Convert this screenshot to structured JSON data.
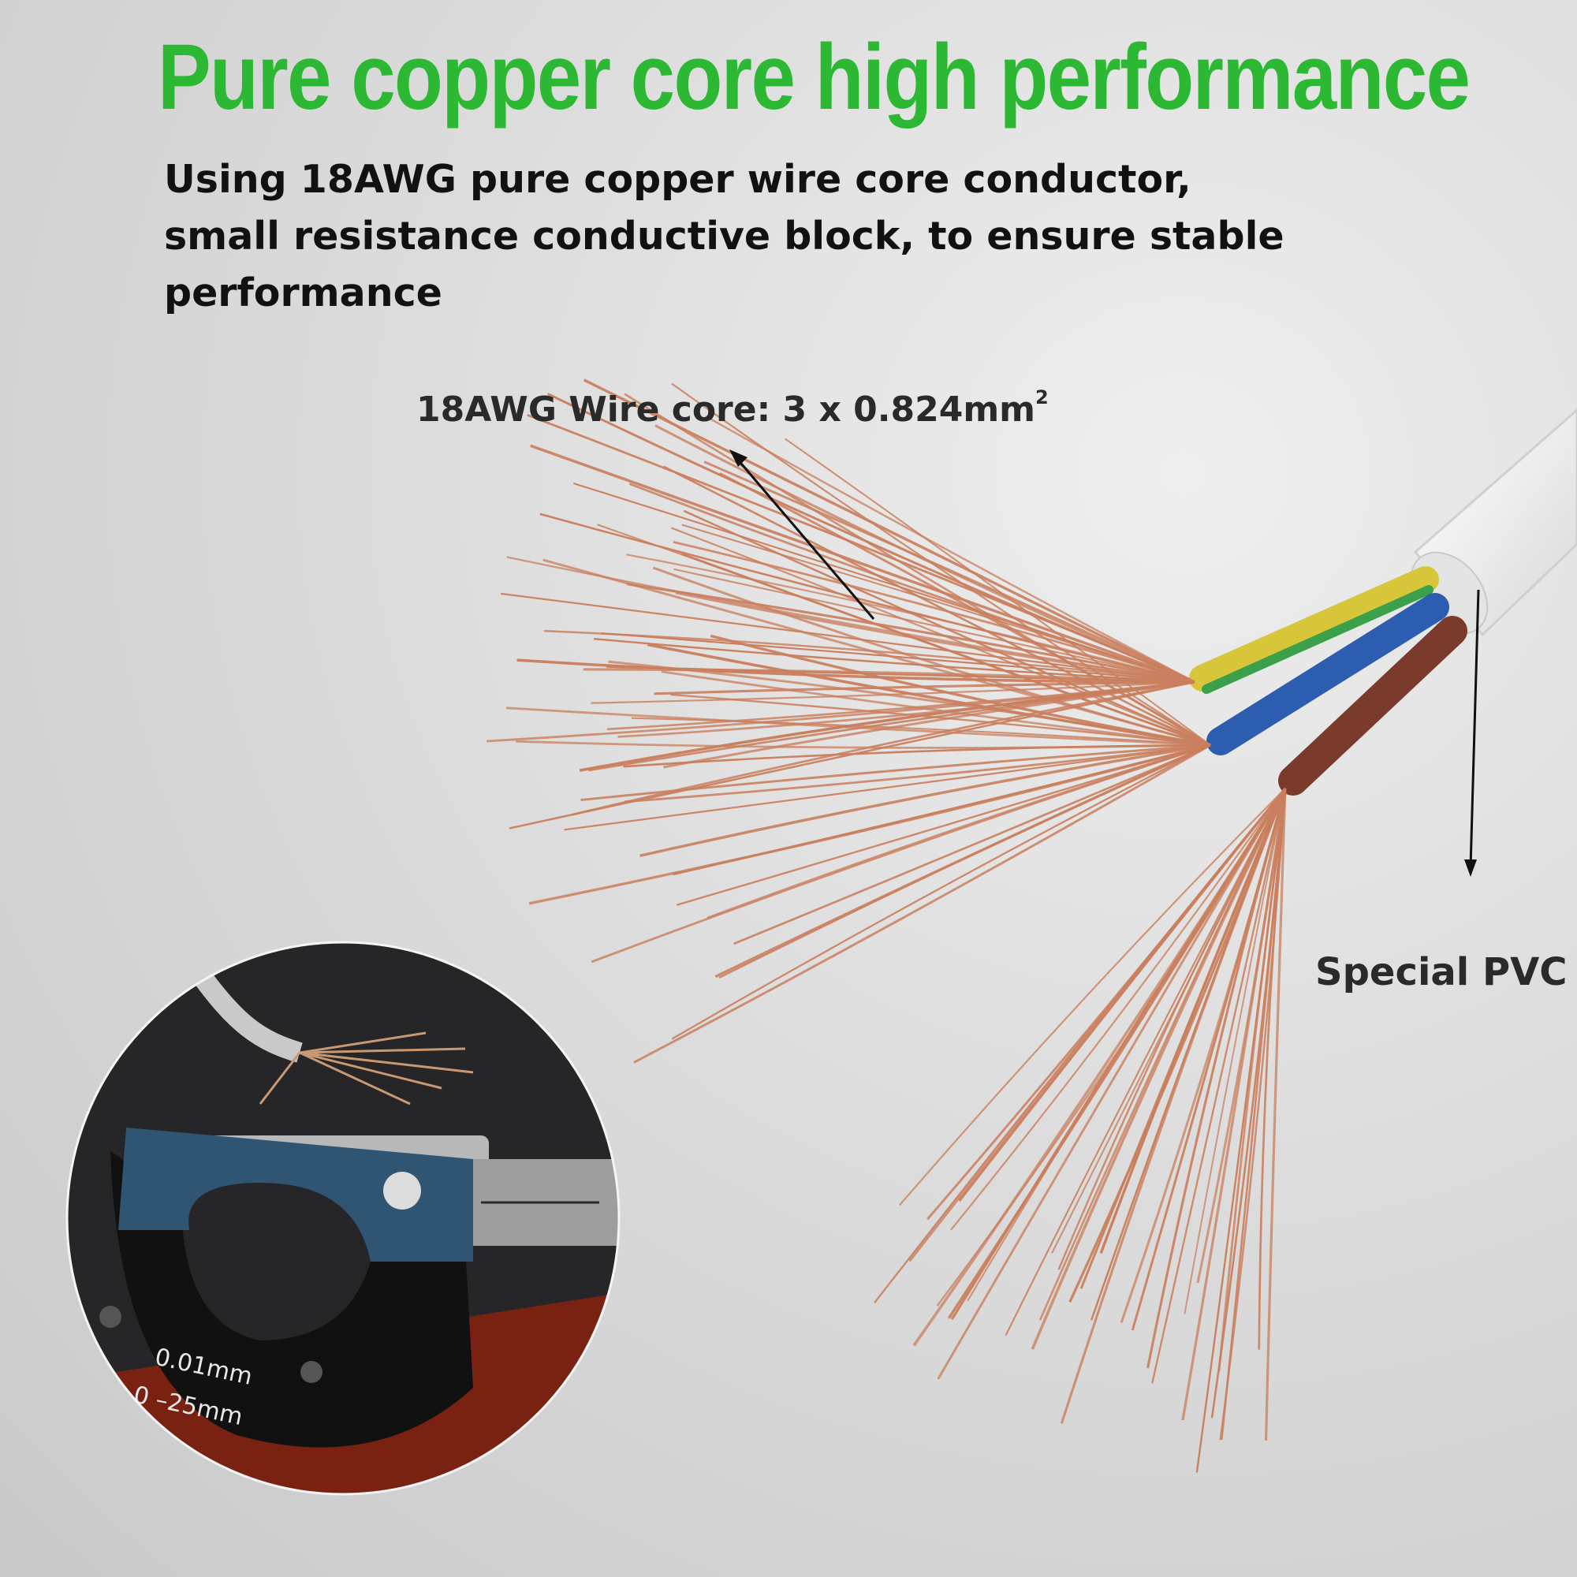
{
  "headline": "Pure copper core high performance",
  "description_lines": [
    "Using 18AWG pure copper wire core conductor,",
    "small resistance conductive block, to ensure stable",
    "performance"
  ],
  "core_label": {
    "text": "18AWG Wire core: 3 x 0.824mm",
    "superscript": "2"
  },
  "pvc_label": "Special PVC",
  "micrometer": {
    "resolution": "0.01mm",
    "range": "0 –25mm"
  },
  "colors": {
    "headline": "#2db833",
    "copper": "#c97f5e",
    "wire_yellow": "#d8c63a",
    "wire_green": "#3aa04a",
    "wire_blue": "#2c5db0",
    "wire_brown": "#7a3b2c",
    "jacket": "#f2f2f2"
  }
}
